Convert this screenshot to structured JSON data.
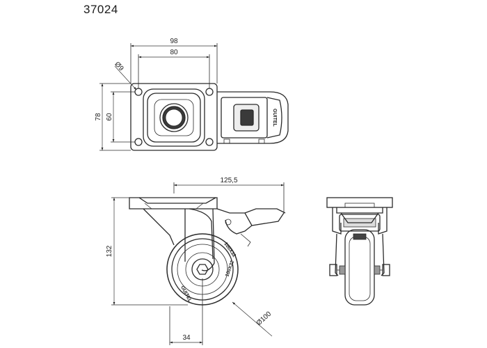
{
  "drawing": {
    "part_number": "37024",
    "dims": {
      "w98": "98",
      "w80": "80",
      "hole": "Ø9",
      "h78": "78",
      "h60": "60",
      "w125": "125,5",
      "h132": "132",
      "w34": "34",
      "dia100": "Ø100"
    },
    "brand": "GUITEL",
    "wheel_marking": "100X32"
  }
}
